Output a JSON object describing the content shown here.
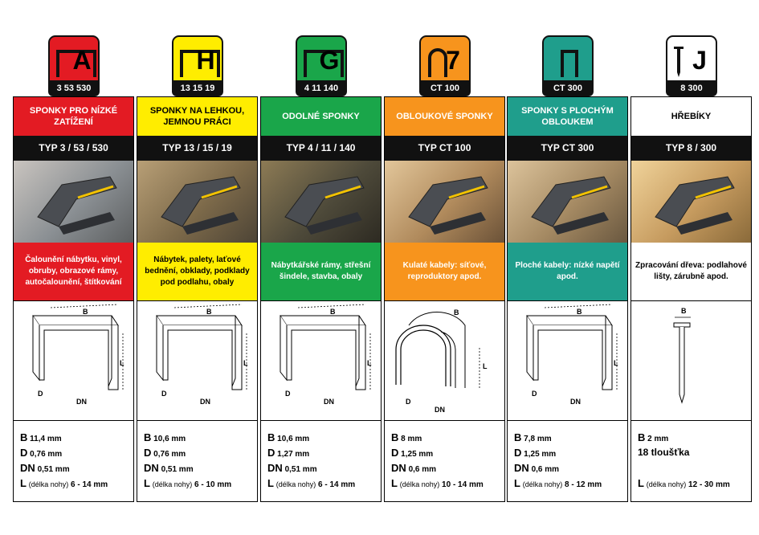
{
  "columns": [
    {
      "id": "A",
      "letter": "A",
      "code": "3  53  530",
      "color": "#e31b23",
      "title": "SPONKY PRO NÍZKÉ ZATÍŽENÍ",
      "type": "TYP 3 / 53 / 530",
      "use": "Čalounění nábytku, vinyl, obruby, obrazové rámy, autočalounění, štítkování",
      "title_text_color": "#ffffff",
      "use_text_color": "#ffffff",
      "specs": {
        "B": "11,4 mm",
        "D": "0,76 mm",
        "DN": "0,51 mm",
        "L_note": "(délka nohy)",
        "L": "6 - 14 mm"
      }
    },
    {
      "id": "H",
      "letter": "H",
      "code": "13  15  19",
      "color": "#ffed00",
      "title": "SPONKY NA LEHKOU, JEMNOU PRÁCI",
      "type": "TYP 13 / 15 / 19",
      "use": "Nábytek, palety, laťové bednění, obklady, podklady pod podlahu, obaly",
      "title_text_color": "#000000",
      "use_text_color": "#000000",
      "specs": {
        "B": "10,6 mm",
        "D": "0,76 mm",
        "DN": "0,51 mm",
        "L_note": "(délka nohy)",
        "L": "6 - 10 mm"
      }
    },
    {
      "id": "G",
      "letter": "G",
      "code": "4  11  140",
      "color": "#1aa64a",
      "title": "ODOLNÉ SPONKY",
      "type": "TYP 4 / 11 / 140",
      "use": "Nábytkářské rámy, střešní šindele, stavba, obaly",
      "title_text_color": "#ffffff",
      "use_text_color": "#ffffff",
      "specs": {
        "B": "10,6 mm",
        "D": "1,27 mm",
        "DN": "0,51 mm",
        "L_note": "(délka nohy)",
        "L": "6 - 14 mm"
      }
    },
    {
      "id": "7",
      "letter": "7",
      "code": "CT 100",
      "color": "#f7941d",
      "title": "OBLOUKOVÉ SPONKY",
      "type": "TYP CT 100",
      "use": "Kulaté kabely: síťové, reproduktory apod.",
      "title_text_color": "#ffffff",
      "use_text_color": "#ffffff",
      "specs": {
        "B": "8 mm",
        "D": "1,25 mm",
        "DN": "0,6 mm",
        "L_note": "(délka nohy)",
        "L": "10 - 14 mm"
      }
    },
    {
      "id": "CT300",
      "letter": "",
      "code": "CT 300",
      "color": "#1f9e8c",
      "title": "SPONKY S PLOCHÝM OBLOUKEM",
      "type": "TYP CT 300",
      "use": "Ploché kabely: nízké napětí apod.",
      "title_text_color": "#ffffff",
      "use_text_color": "#ffffff",
      "specs": {
        "B": "7,8 mm",
        "D": "1,25 mm",
        "DN": "0,6 mm",
        "L_note": "(délka nohy)",
        "L": "8 - 12 mm"
      }
    },
    {
      "id": "J",
      "letter": "J",
      "code": "8  300",
      "color": "#ffffff",
      "title": "HŘEBÍKY",
      "type": "TYP 8 / 300",
      "use": "Zpracování dřeva: podlahové lišty, zárubně apod.",
      "title_text_color": "#000000",
      "use_text_color": "#000000",
      "specs": {
        "B": "2 mm",
        "thickness": "18 tloušťka",
        "L_note": "(délka nohy)",
        "L": "12 - 30 mm"
      }
    }
  ],
  "diagram_labels": {
    "B": "B",
    "D": "D",
    "DN": "DN",
    "L": "L"
  },
  "spec_keys": {
    "B": "B",
    "D": "D",
    "DN": "DN",
    "L": "L"
  }
}
